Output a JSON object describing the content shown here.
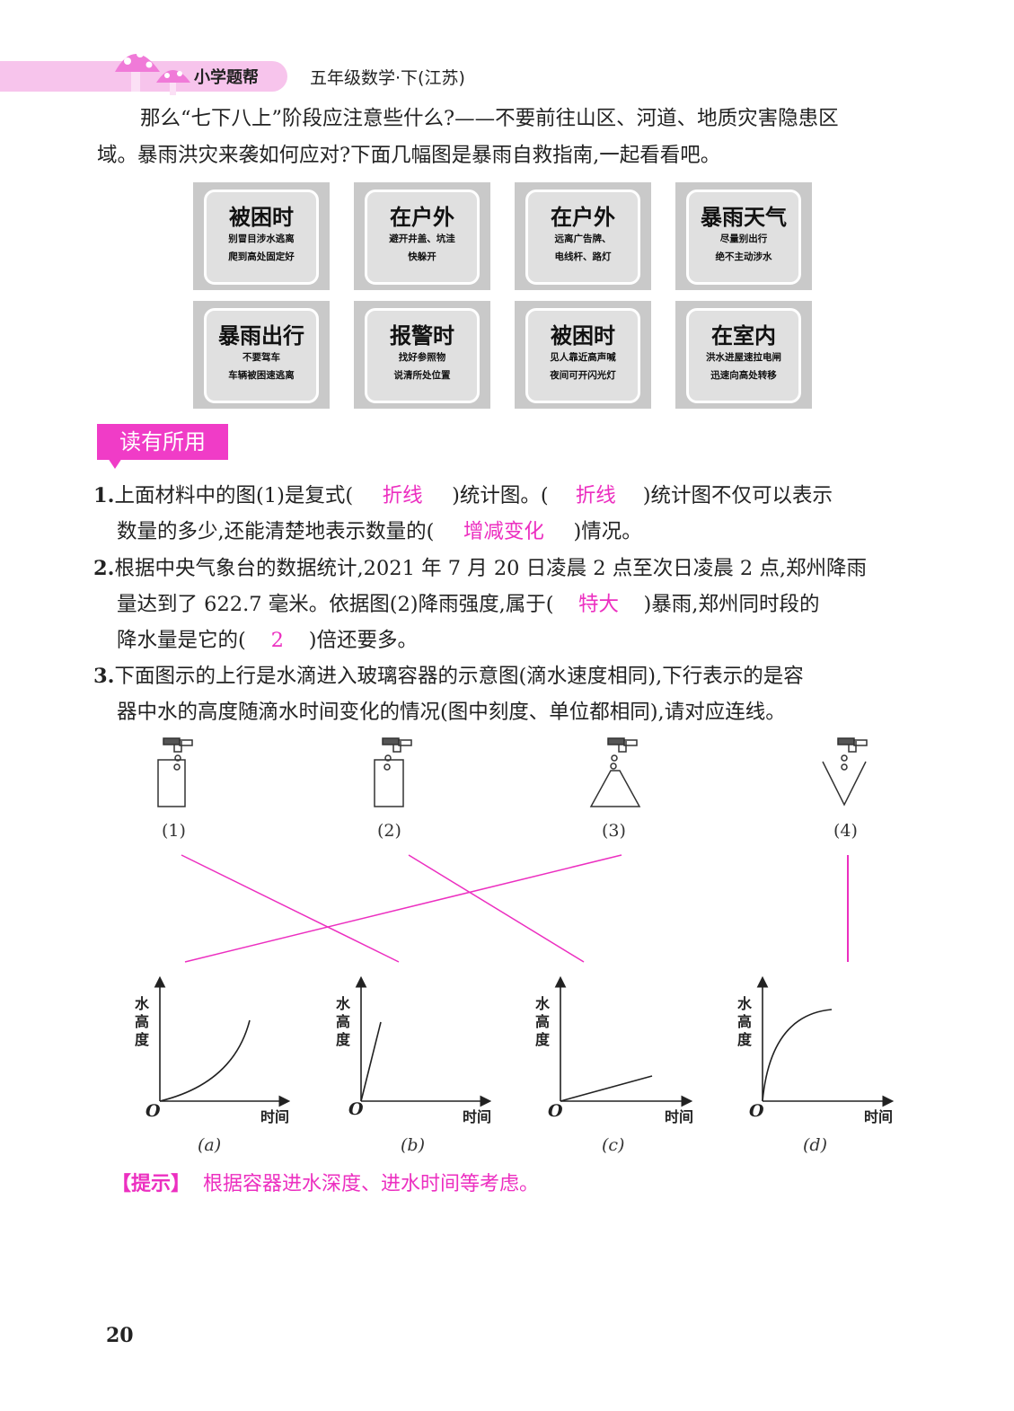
{
  "header": {
    "brand": "小学题帮",
    "book": "五年级数学·下(江苏)"
  },
  "intro": {
    "line1": "那么“七下八上”阶段应注意些什么?——不要前往山区、河道、地质灾害隐患区",
    "line2": "域。暴雨洪灾来袭如何应对?下面几幅图是暴雨自救指南,一起看看吧。"
  },
  "tiles": [
    {
      "title": "被困时",
      "l1": "别冒目涉水逃离",
      "l2": "爬到高处固定好"
    },
    {
      "title": "在户外",
      "l1": "避开井盖、坑洼",
      "l2": "快躲开"
    },
    {
      "title": "在户外",
      "l1": "远离广告牌、",
      "l2": "电线杆、路灯"
    },
    {
      "title": "暴雨天气",
      "l1": "尽量别出行",
      "l2": "绝不主动涉水"
    },
    {
      "title": "暴雨出行",
      "l1": "不要驾车",
      "l2": "车辆被困速逃离"
    },
    {
      "title": "报警时",
      "l1": "找好参照物",
      "l2": "说清所处位置"
    },
    {
      "title": "被困时",
      "l1": "见人靠近高声喊",
      "l2": "夜间可开闪光灯"
    },
    {
      "title": "在室内",
      "l1": "洪水进屋速拉电闸",
      "l2": "迅速向高处转移"
    }
  ],
  "section_tag": "读有所用",
  "q1": {
    "num": "1.",
    "a": "上面材料中的图(1)是复式(",
    "ans1": "折线",
    "b": ")统计图。(",
    "ans2": "折线",
    "c": ")统计图不仅可以表示",
    "d": "数量的多少,还能清楚地表示数量的(",
    "ans3": "增减变化",
    "e": ")情况。"
  },
  "q2": {
    "num": "2.",
    "a": "根据中央气象台的数据统计,2021 年 7 月 20 日凌晨 2 点至次日凌晨 2 点,郑州降雨",
    "b": "量达到了 622.7 毫米。依据图(2)降雨强度,属于(",
    "ans1": "特大",
    "c": ")暴雨,郑州同时段的",
    "d": "降水量是它的(",
    "ans2": "2",
    "e": ")倍还要多。"
  },
  "q3": {
    "num": "3.",
    "a": "下面图示的上行是水滴进入玻璃容器的示意图(滴水速度相同),下行表示的是容",
    "b": "器中水的高度随滴水时间变化的情况(图中刻度、单位都相同),请对应连线。"
  },
  "containers": [
    "(1)",
    "(2)",
    "(3)",
    "(4)"
  ],
  "graphs": [
    {
      "label": "(a)",
      "ylabel": "水高度",
      "xlabel": "时间",
      "origin": "O"
    },
    {
      "label": "(b)",
      "ylabel": "水高度",
      "xlabel": "时间",
      "origin": "O"
    },
    {
      "label": "(c)",
      "ylabel": "水高度",
      "xlabel": "时间",
      "origin": "O"
    },
    {
      "label": "(d)",
      "ylabel": "水高度",
      "xlabel": "时间",
      "origin": "O"
    }
  ],
  "matches": [
    {
      "container": "(1)",
      "graph": "(b)"
    },
    {
      "container": "(2)",
      "graph": "(c)"
    },
    {
      "container": "(3)",
      "graph": "(a)"
    },
    {
      "container": "(4)",
      "graph": "(d)"
    }
  ],
  "hint": {
    "tag": "【提示】",
    "text": "根据容器进水深度、进水时间等考虑。"
  },
  "page_number": "20",
  "colors": {
    "accent": "#f03cc7",
    "answer": "#ec2fc0",
    "header_band": "#f7c4ec"
  }
}
